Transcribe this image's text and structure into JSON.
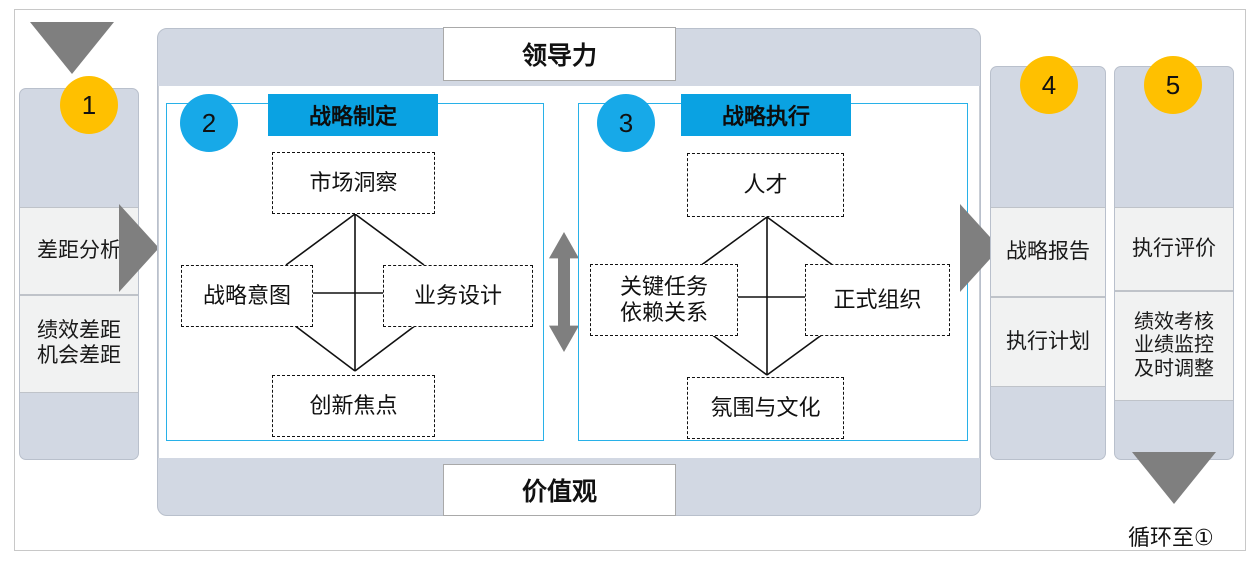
{
  "diagram": {
    "title_leadership": "领导力",
    "title_values": "价值观",
    "cycle_note": "循环至①"
  },
  "panel1": {
    "badge": "1",
    "cells": [
      {
        "text": "差距分析"
      },
      {
        "text": "绩效差距\n机会差距"
      }
    ]
  },
  "panel4": {
    "badge": "4",
    "cells": [
      {
        "text": "战略报告"
      },
      {
        "text": "执行计划"
      }
    ]
  },
  "panel5": {
    "badge": "5",
    "cells": [
      {
        "text": "执行评价"
      },
      {
        "text": "绩效考核\n业绩监控\n及时调整"
      }
    ]
  },
  "block2": {
    "badge": "2",
    "title": "战略制定",
    "nodes": {
      "top": "市场洞察",
      "left": "战略意图",
      "right": "业务设计",
      "bottom": "创新焦点"
    }
  },
  "block3": {
    "badge": "3",
    "title": "战略执行",
    "nodes": {
      "top": "人才",
      "left": "关键任务\n依赖关系",
      "right": "正式组织",
      "bottom": "氛围与文化"
    }
  },
  "colors": {
    "accent_blue": "#0aa2e2",
    "badge_yellow": "#ffc000",
    "badge_blue": "#17a9e8",
    "panel_header_gray": "#d2d8e3",
    "panel_cell_gray": "#f1f2f2",
    "arrow_gray": "#7f7f7f",
    "node_border": "#111111"
  }
}
